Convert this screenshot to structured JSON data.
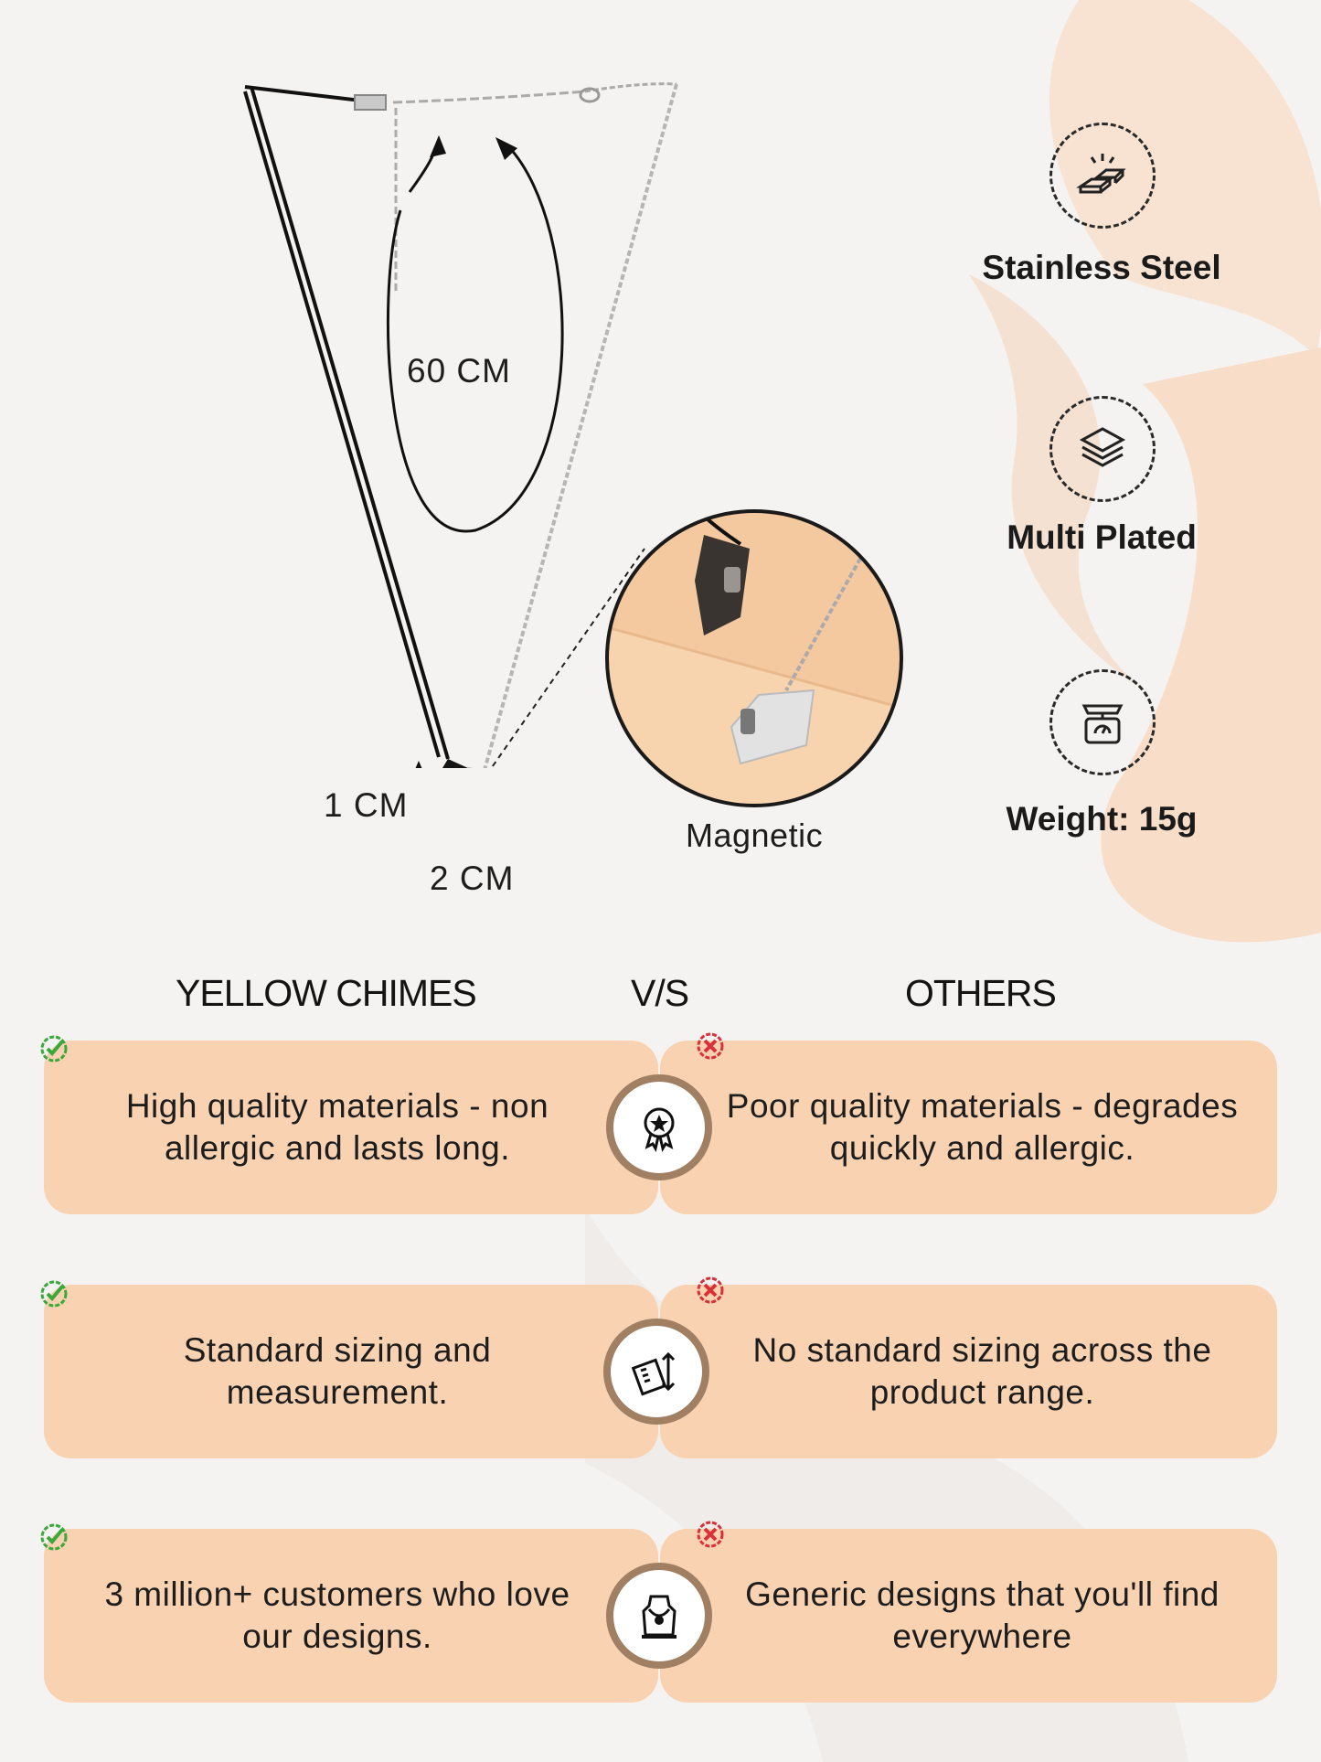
{
  "product": {
    "dimensions": {
      "length": "60 CM",
      "height": "1 CM",
      "width": "2 CM",
      "magnetic_label": "Magnetic"
    },
    "features": [
      {
        "label": "Stainless Steel",
        "icon": "gold-bars-icon"
      },
      {
        "label": "Multi Plated",
        "icon": "layers-icon"
      },
      {
        "label": "Weight: 15g",
        "icon": "weighing-scale-icon"
      }
    ]
  },
  "comparison": {
    "left_heading": "YELLOW CHIMES",
    "vs_label": "V/S",
    "right_heading": "OTHERS",
    "rows": [
      {
        "ours": "High quality materials - non allergic and lasts long.",
        "others": "Poor quality materials - degrades quickly and allergic.",
        "icon": "quality-rosette-icon"
      },
      {
        "ours": "Standard sizing and measurement.",
        "others": "No standard sizing across the product range.",
        "icon": "ruler-icon"
      },
      {
        "ours": "3 million+ customers who love our designs.",
        "others": "Generic designs that you'll find everywhere",
        "icon": "necklace-bust-icon"
      }
    ]
  },
  "colors": {
    "card": "#f9d2b2",
    "badge_ring": "#a07f63",
    "check": "#3aa83a",
    "cross": "#d9303a",
    "background": "#f5f3f1"
  }
}
